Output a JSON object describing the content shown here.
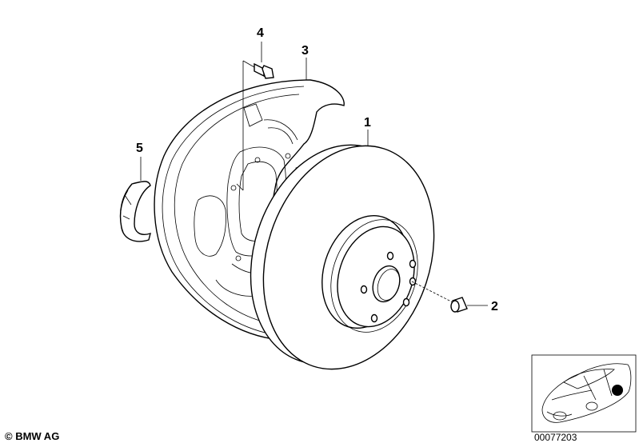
{
  "callouts": [
    {
      "id": "1",
      "label": "1"
    },
    {
      "id": "2",
      "label": "2"
    },
    {
      "id": "3",
      "label": "3"
    },
    {
      "id": "4",
      "label": "4"
    },
    {
      "id": "5",
      "label": "5"
    }
  ],
  "footer": {
    "copyright": "© BMW AG",
    "image_number": "00077203"
  }
}
